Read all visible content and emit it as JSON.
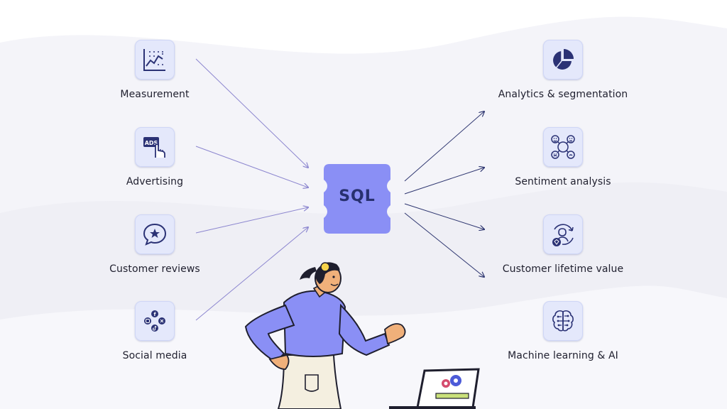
{
  "hub": {
    "label": "SQL",
    "icon": "database-icon"
  },
  "sources": [
    {
      "label": "Measurement",
      "icon": "line-chart-icon"
    },
    {
      "label": "Advertising",
      "icon": "ads-click-icon"
    },
    {
      "label": "Customer reviews",
      "icon": "star-speech-bubble-icon"
    },
    {
      "label": "Social media",
      "icon": "social-media-icon"
    }
  ],
  "outputs": [
    {
      "label": "Analytics & segmentation",
      "icon": "pie-chart-icon"
    },
    {
      "label": "Sentiment analysis",
      "icon": "emoji-network-icon"
    },
    {
      "label": "Customer lifetime value",
      "icon": "customer-cycle-icon"
    },
    {
      "label": "Machine learning & AI",
      "icon": "brain-circuit-icon"
    }
  ],
  "colors": {
    "accent": "#8a8ff5",
    "tile": "#e4e8fb",
    "icon": "#2b3275",
    "text": "#1f1f2e",
    "arrow_in": "#8c86cf",
    "arrow_out": "#2e3670"
  }
}
